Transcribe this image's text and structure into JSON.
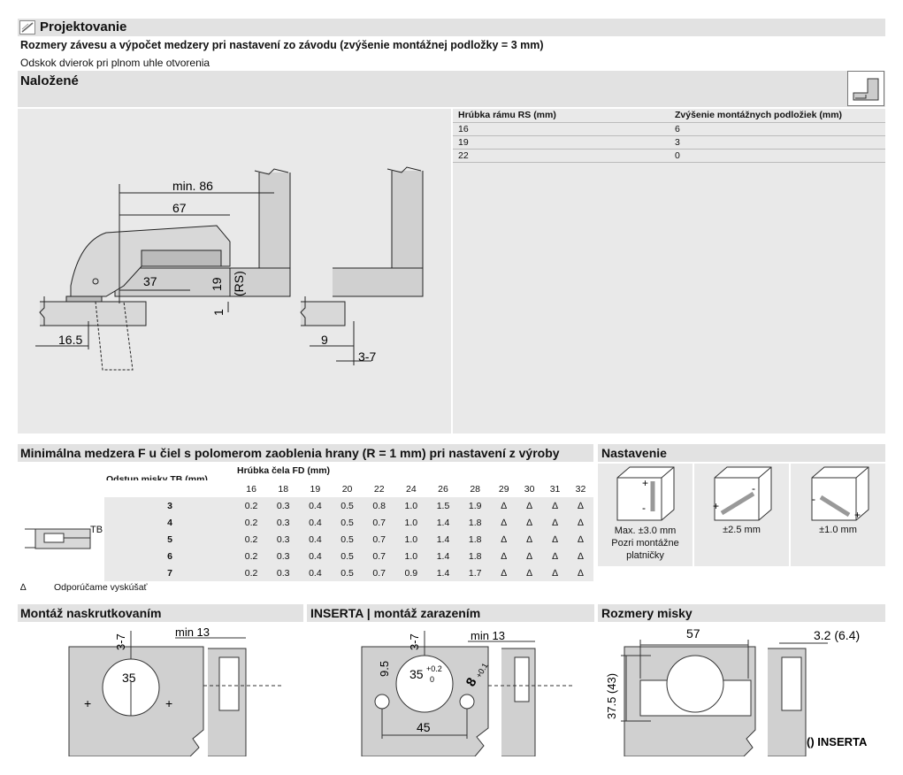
{
  "header": {
    "title": "Projektovanie",
    "subtitle": "Rozmery závesu a výpočet medzery pri nastavení zo závodu (zvýšenie montážnej podložky = 3 mm)",
    "note": "Odskok dvierok pri plnom uhle otvorenia",
    "section": "Naložené"
  },
  "rs_table": {
    "col1": "Hrúbka rámu RS (mm)",
    "col2": "Zvýšenie montážnych podložiek (mm)",
    "rows": [
      [
        "16",
        "6"
      ],
      [
        "19",
        "3"
      ],
      [
        "22",
        "0"
      ]
    ]
  },
  "drawing": {
    "min86": "min. 86",
    "d67": "67",
    "d37": "37",
    "d19": "19",
    "rs": "(RS)",
    "d1": "1",
    "d165": "16.5",
    "d9": "9",
    "d37b": "3-7"
  },
  "gap": {
    "title": "Minimálna medzera F u čiel s polomerom zaoblenia hrany (R = 1 mm) pri nastavení z výroby",
    "tb_header": "Odstup misky TB (mm)",
    "fd_header": "Hrúbka čela FD (mm)",
    "fd": [
      "16",
      "18",
      "19",
      "20",
      "22",
      "24",
      "26",
      "28",
      "29",
      "30",
      "31",
      "32"
    ],
    "rows": [
      {
        "tb": "3",
        "v": [
          "0.2",
          "0.3",
          "0.4",
          "0.5",
          "0.8",
          "1.0",
          "1.5",
          "1.9",
          "∆",
          "∆",
          "∆",
          "∆"
        ]
      },
      {
        "tb": "4",
        "v": [
          "0.2",
          "0.3",
          "0.4",
          "0.5",
          "0.7",
          "1.0",
          "1.4",
          "1.8",
          "∆",
          "∆",
          "∆",
          "∆"
        ]
      },
      {
        "tb": "5",
        "v": [
          "0.2",
          "0.3",
          "0.4",
          "0.5",
          "0.7",
          "1.0",
          "1.4",
          "1.8",
          "∆",
          "∆",
          "∆",
          "∆"
        ]
      },
      {
        "tb": "6",
        "v": [
          "0.2",
          "0.3",
          "0.4",
          "0.5",
          "0.7",
          "1.0",
          "1.4",
          "1.8",
          "∆",
          "∆",
          "∆",
          "∆"
        ]
      },
      {
        "tb": "7",
        "v": [
          "0.2",
          "0.3",
          "0.4",
          "0.5",
          "0.7",
          "0.9",
          "1.4",
          "1.7",
          "∆",
          "∆",
          "∆",
          "∆"
        ]
      }
    ],
    "tb_label": "TB",
    "legend_symbol": "∆",
    "legend": "Odporúčame vyskúšať"
  },
  "nastavenie": {
    "title": "Nastavenie",
    "c1": [
      "Max. ±3.0 mm",
      "Pozri montážne",
      "platničky"
    ],
    "c2": "±2.5 mm",
    "c3": "±1.0 mm"
  },
  "montaz": {
    "title": "Montáž naskrutkovaním",
    "d37": "3-7",
    "d35": "35",
    "min13": "min 13"
  },
  "inserta": {
    "title": "INSERTA | montáž zarazením",
    "d37": "3-7",
    "d95": "9.5",
    "d35": "35",
    "sup": "+0.2",
    "sub": "0",
    "d8": "8",
    "d8tol": "+0.1",
    "d45": "45",
    "min13": "min 13"
  },
  "miska": {
    "title": "Rozmery misky",
    "d57": "57",
    "d32": "3.2 (6.4)",
    "d375": "37.5 (43)",
    "ins": "() INSERTA"
  }
}
